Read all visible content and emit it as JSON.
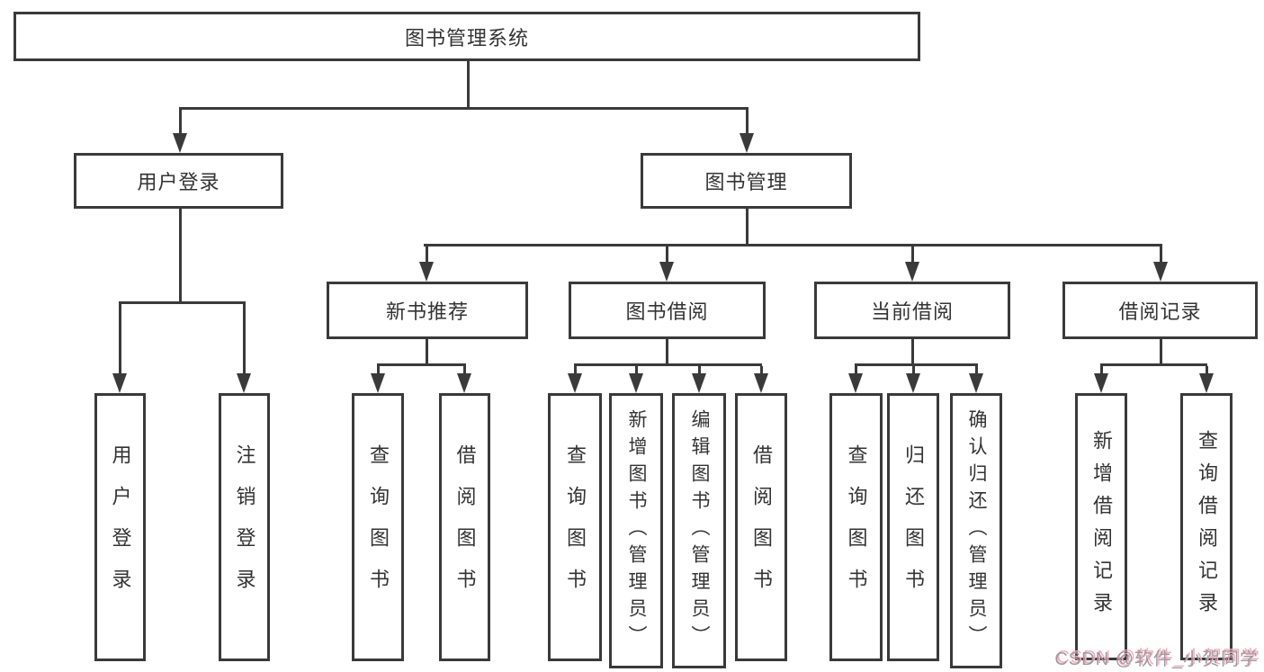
{
  "diagram": {
    "type": "hierarchy-flowchart",
    "nodes": {
      "root": "图书管理系统",
      "user_login": "用户登录",
      "book_mgmt": "图书管理",
      "new_book_rec": "新书推荐",
      "book_borrow": "图书借阅",
      "current_borrow": "当前借阅",
      "borrow_records": "借阅记录",
      "leaf_user_login": "用户登录",
      "leaf_logout": "注销登录",
      "nb_query_books": "查询图书",
      "nb_borrow_books": "借阅图书",
      "bb_query_books": "查询图书",
      "bb_add_books": "新增图书（管理员）",
      "bb_edit_books": "编辑图书（管理员）",
      "bb_borrow_books": "借阅图书",
      "cb_query_books": "查询图书",
      "cb_return_books": "归还图书",
      "cb_confirm_return": "确认归还（管理员）",
      "br_add_record": "新增借阅记录",
      "br_query_record": "查询借阅记录"
    },
    "edges": [
      [
        "root",
        "user_login"
      ],
      [
        "root",
        "book_mgmt"
      ],
      [
        "user_login",
        "leaf_user_login"
      ],
      [
        "user_login",
        "leaf_logout"
      ],
      [
        "book_mgmt",
        "new_book_rec"
      ],
      [
        "book_mgmt",
        "book_borrow"
      ],
      [
        "book_mgmt",
        "current_borrow"
      ],
      [
        "book_mgmt",
        "borrow_records"
      ],
      [
        "new_book_rec",
        "nb_query_books"
      ],
      [
        "new_book_rec",
        "nb_borrow_books"
      ],
      [
        "book_borrow",
        "bb_query_books"
      ],
      [
        "book_borrow",
        "bb_add_books"
      ],
      [
        "book_borrow",
        "bb_edit_books"
      ],
      [
        "book_borrow",
        "bb_borrow_books"
      ],
      [
        "current_borrow",
        "cb_query_books"
      ],
      [
        "current_borrow",
        "cb_return_books"
      ],
      [
        "current_borrow",
        "cb_confirm_return"
      ],
      [
        "borrow_records",
        "br_add_record"
      ],
      [
        "borrow_records",
        "br_query_record"
      ]
    ],
    "watermark": "CSDN @软件_小贺同学"
  },
  "colors": {
    "line": "#3a3a3a",
    "text": "#333333",
    "background": "#ffffff",
    "watermark_text": "#9b9b9b",
    "watermark_shadow": "#f7a8bd"
  }
}
